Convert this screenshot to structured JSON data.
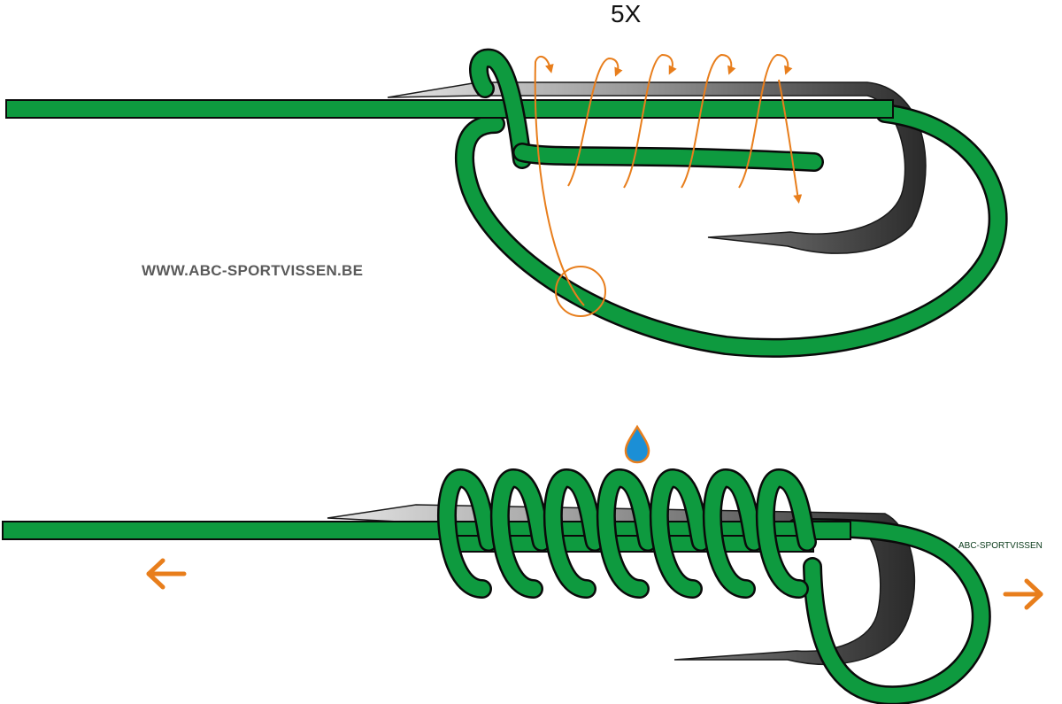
{
  "diagram": {
    "wrap_count_label": "5X",
    "website_label": "WWW.ABC-SPORTVISSEN.BE",
    "line_watermark": "ABC-SPORTVISSEN"
  },
  "colors": {
    "line_green": "#0e9a3f",
    "line_outline": "#0a0a0a",
    "arrow_orange": "#e87e1c",
    "hook_dark": "#2f2f2f",
    "hook_light": "#d9d9d9",
    "water_blue": "#1b8fd6"
  },
  "icons": {
    "left_pull": "arrow-left-icon",
    "right_pull": "arrow-right-icon",
    "wet_knot": "water-drop-icon"
  }
}
